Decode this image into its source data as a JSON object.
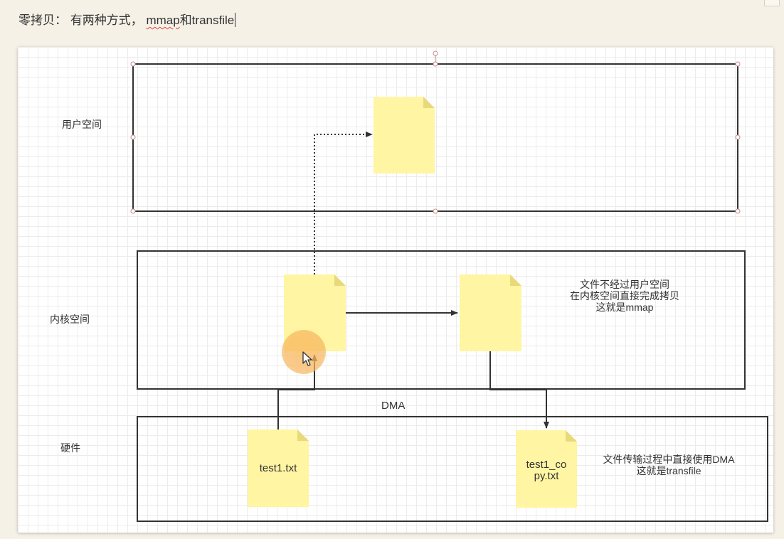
{
  "heading": {
    "prefix": "零拷贝： 有两种方式， ",
    "mmap_word": "mmap",
    "suffix": "和transfile"
  },
  "layers": {
    "user_space": "用户空间",
    "kernel_space": "内核空间",
    "hardware": "硬件"
  },
  "dma_label": "DMA",
  "notes": {
    "mmap": [
      "文件不经过用户空间",
      "在内核空间直接完成拷贝",
      "这就是mmap"
    ],
    "transfile": [
      "文件传输过程中直接使用DMA",
      "这就是transfile"
    ]
  },
  "files": {
    "source": "test1.txt",
    "copy_line1": "test1_co",
    "copy_line2": "py.txt"
  },
  "colors": {
    "file_fill": "#fff5a3",
    "file_fold": "#e8d97a",
    "box_stroke": "#333333",
    "selection_handle": "#c48a8a"
  },
  "icons": {
    "cursor": "mouse-pointer-icon"
  }
}
